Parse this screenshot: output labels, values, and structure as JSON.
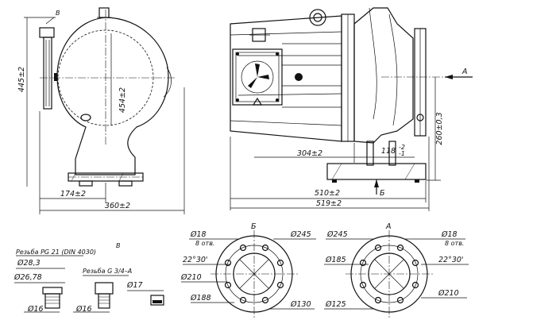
{
  "front_view": {
    "height_dim": "445±2",
    "inner_dim": "454±2",
    "base_half_dim": "174±2",
    "width_dim": "360±2",
    "detail_ref": "В"
  },
  "side_view": {
    "dim_304": "304±2",
    "dim_118": "118",
    "dim_118_tol_upper": "-2",
    "dim_118_tol_lower": "-1",
    "height_dim": "260±0,3",
    "length_510": "510±2",
    "length_519": "519±2",
    "arrow_a": "А",
    "arrow_b": "Б"
  },
  "detail_v": {
    "title": "В",
    "thread_pg": "Резьба PG 21 (DIN 4030)",
    "d_28_3": "Ø28,3",
    "d_26_78": "Ø26,78",
    "thread_g": "Резьба G 3/4–A",
    "d_17": "Ø17",
    "d_16a": "Ø16",
    "d_16b": "Ø16"
  },
  "flange_b": {
    "title": "Б",
    "holes": "Ø18",
    "holes_count": "8 отв.",
    "angle": "22°30'",
    "d_210": "Ø210",
    "d_188": "Ø188",
    "d_245": "Ø245",
    "d_130": "Ø130"
  },
  "flange_a": {
    "title": "А",
    "d_245": "Ø245",
    "d_185": "Ø185",
    "d_125": "Ø125",
    "holes": "Ø18",
    "holes_count": "8 отв.",
    "angle": "22°30'",
    "d_210": "Ø210"
  }
}
